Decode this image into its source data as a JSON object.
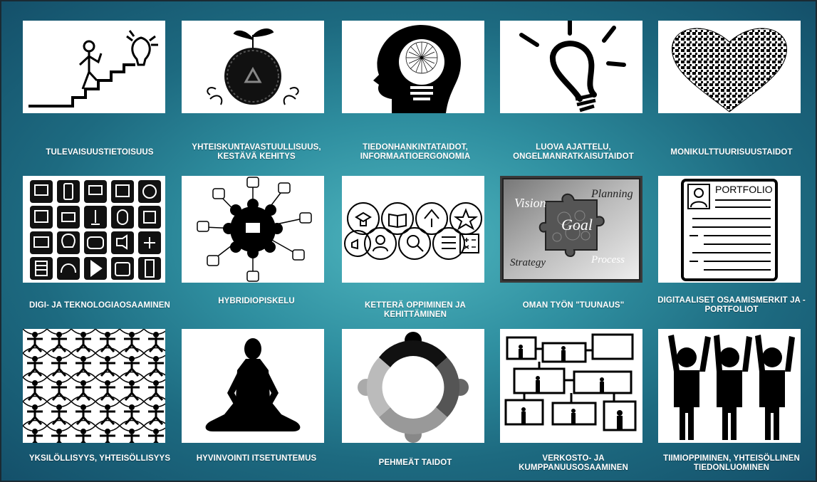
{
  "tiles": [
    {
      "icon": "stairs-lightbulb-icon",
      "caption": "TULEVAISUUSTIETOISUUS"
    },
    {
      "icon": "sprout-globe-icon",
      "caption": "YHTEISKUNTAVASTUULLISUUS, KESTÄVÄ KEHITYS"
    },
    {
      "icon": "head-lightbulb-network-icon",
      "caption": "TIEDONHANKINTATAIDOT, INFORMAATIOERGONOMIA"
    },
    {
      "icon": "lightbulb-icon",
      "caption": "LUOVA AJATTELU, ONGELMANRATKAISUTAIDOT"
    },
    {
      "icon": "heart-collage-icon",
      "caption": "MONIKULTTUURISUUSTAIDOT"
    },
    {
      "icon": "device-grid-icon",
      "caption": "DIGI- JA TEKNOLOGIAOSAAMINEN"
    },
    {
      "icon": "hybrid-network-icon",
      "caption": "HYBRIDIOPISKELU"
    },
    {
      "icon": "agile-learning-icon",
      "caption": "KETTERÄ OPPIMINEN JA KEHITTÄMINEN"
    },
    {
      "icon": "puzzle-goal-icon",
      "caption": "OMAN TYÖN \"TUUNAUS\"",
      "words": [
        "Vision",
        "Planning",
        "Goal",
        "Strategy",
        "Process"
      ]
    },
    {
      "icon": "portfolio-document-icon",
      "caption": "DIGITAALISET OSAAMISMERKIT JA -PORTFOLIOT",
      "label": "PORTFOLIO"
    },
    {
      "icon": "people-pattern-icon",
      "caption": "YKSILÖLLISYYS, YHTEISÖLLISYYS"
    },
    {
      "icon": "meditation-icon",
      "caption": "HYVINVOINTI ITSETUNTEMUS"
    },
    {
      "icon": "circle-of-people-icon",
      "caption": "PEHMEÄT TAIDOT"
    },
    {
      "icon": "network-people-icon",
      "caption": "VERKOSTO- JA KUMPPANUUSOSAAMINEN"
    },
    {
      "icon": "team-high-five-icon",
      "caption": "TIIMIOPPIMINEN, YHTEISÖLLINEN TIEDONLUOMINEN"
    }
  ]
}
